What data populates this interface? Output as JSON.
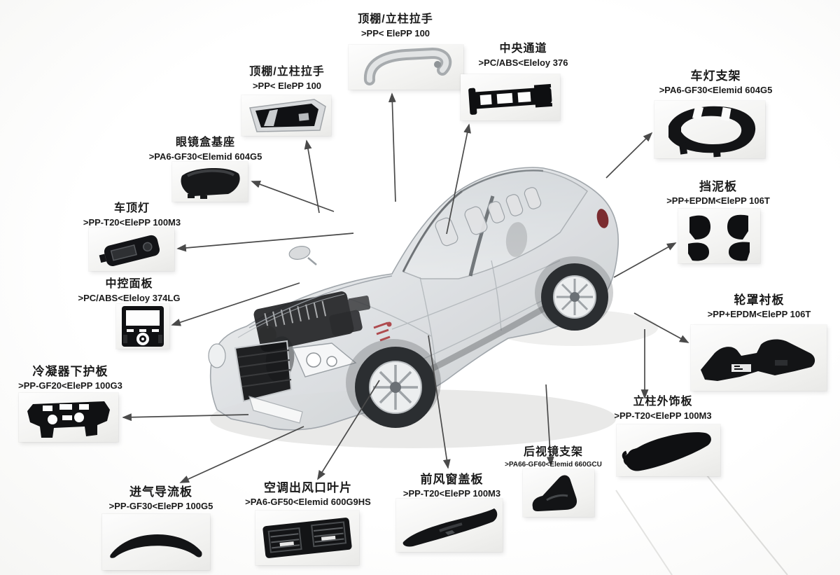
{
  "diagram": {
    "type": "car-plastic-parts-material-callouts",
    "labels": [
      {
        "id": "roof-pillar-handle-top",
        "title": "顶棚/立柱拉手",
        "spec": ">PP< ElePP 100"
      },
      {
        "id": "center-channel",
        "title": "中央通道",
        "spec": ">PC/ABS<Eleloy 376"
      },
      {
        "id": "roof-pillar-handle-left",
        "title": "顶棚/立柱拉手",
        "spec": ">PP< ElePP 100"
      },
      {
        "id": "glasses-box-base",
        "title": "眼镜盒基座",
        "spec": ">PA6-GF30<Elemid 604G5"
      },
      {
        "id": "roof-light",
        "title": "车顶灯",
        "spec": ">PP-T20<ElePP 100M3"
      },
      {
        "id": "center-control-panel",
        "title": "中控面板",
        "spec": ">PC/ABS<Eleloy 374LG"
      },
      {
        "id": "condenser-lower-shield",
        "title": "冷凝器下护板",
        "spec": ">PP-GF20<ElePP 100G3"
      },
      {
        "id": "intake-deflector",
        "title": "进气导流板",
        "spec": ">PP-GF30<ElePP 100G5"
      },
      {
        "id": "ac-vent-blades",
        "title": "空调出风口叶片",
        "spec": ">PA6-GF50<Elemid 600G9HS"
      },
      {
        "id": "windshield-cowl",
        "title": "前风窗盖板",
        "spec": ">PP-T20<ElePP 100M3"
      },
      {
        "id": "mirror-bracket",
        "title": "后视镜支架",
        "spec": ">PA66-GF60<Elemid 660GCU"
      },
      {
        "id": "headlamp-bracket",
        "title": "车灯支架",
        "spec": ">PA6-GF30<Elemid 604G5"
      },
      {
        "id": "mud-flap",
        "title": "挡泥板",
        "spec": ">PP+EPDM<ElePP 106T"
      },
      {
        "id": "wheel-arch-liner",
        "title": "轮罩衬板",
        "spec": ">PP+EPDM<ElePP 106T"
      },
      {
        "id": "pillar-exterior-trim",
        "title": "立柱外饰板",
        "spec": ">PP-T20<ElePP 100M3"
      }
    ],
    "colors": {
      "text": "#1a1a1a",
      "leader_line": "#4a4a4a",
      "part_silhouette": "#121315",
      "watermark_red": "#a83236"
    }
  }
}
